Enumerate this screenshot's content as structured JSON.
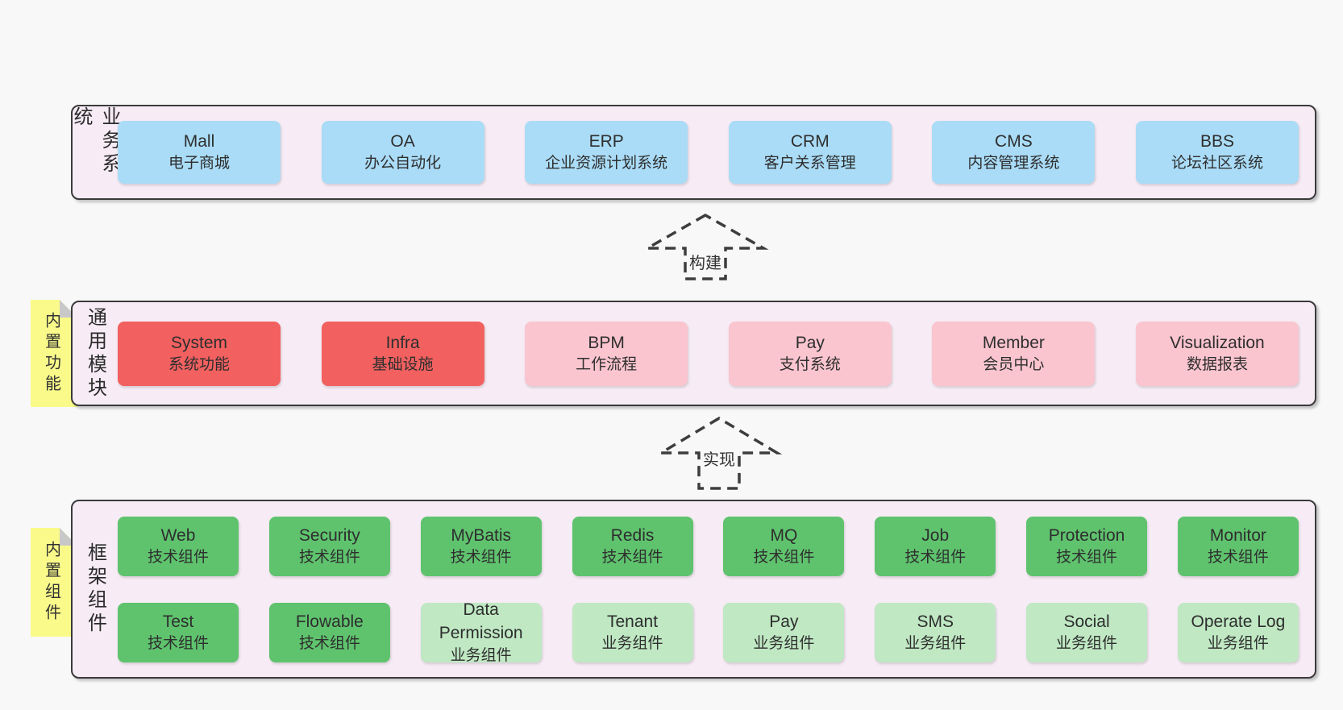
{
  "colors": {
    "page_bg": "#f8f8f8",
    "band_bg": "#f7ecf5",
    "band_border": "#3a3a3a",
    "blue_box": "#aadcf7",
    "red_box": "#f26060",
    "pink_box": "#fac5cf",
    "green_dark_box": "#5fc36e",
    "green_light_box": "#bfe8c3",
    "note_yellow": "#f9fa8a",
    "note_fold_gray": "#c8c8c8",
    "text": "#2e2e2e"
  },
  "arrow_build": {
    "label": "构建"
  },
  "arrow_implement": {
    "label": "实现"
  },
  "band_business": {
    "label": "业务系统",
    "boxes": [
      {
        "name": "Mall",
        "desc": "电子商城"
      },
      {
        "name": "OA",
        "desc": "办公自动化"
      },
      {
        "name": "ERP",
        "desc": "企业资源计划系统"
      },
      {
        "name": "CRM",
        "desc": "客户关系管理"
      },
      {
        "name": "CMS",
        "desc": "内容管理系统"
      },
      {
        "name": "BBS",
        "desc": "论坛社区系统"
      }
    ]
  },
  "band_modules": {
    "label": "通用模块",
    "note": "内置功能",
    "boxes": [
      {
        "name": "System",
        "desc": "系统功能"
      },
      {
        "name": "Infra",
        "desc": "基础设施"
      },
      {
        "name": "BPM",
        "desc": "工作流程"
      },
      {
        "name": "Pay",
        "desc": "支付系统"
      },
      {
        "name": "Member",
        "desc": "会员中心"
      },
      {
        "name": "Visualization",
        "desc": "数据报表"
      }
    ]
  },
  "band_components": {
    "label": "框架组件",
    "note": "内置组件",
    "row1": [
      {
        "name": "Web",
        "desc": "技术组件"
      },
      {
        "name": "Security",
        "desc": "技术组件"
      },
      {
        "name": "MyBatis",
        "desc": "技术组件"
      },
      {
        "name": "Redis",
        "desc": "技术组件"
      },
      {
        "name": "MQ",
        "desc": "技术组件"
      },
      {
        "name": "Job",
        "desc": "技术组件"
      },
      {
        "name": "Protection",
        "desc": "技术组件"
      },
      {
        "name": "Monitor",
        "desc": "技术组件"
      }
    ],
    "row2": [
      {
        "name": "Test",
        "desc": "技术组件"
      },
      {
        "name": "Flowable",
        "desc": "技术组件"
      },
      {
        "name": "Data Permission",
        "desc": "业务组件"
      },
      {
        "name": "Tenant",
        "desc": "业务组件"
      },
      {
        "name": "Pay",
        "desc": "业务组件"
      },
      {
        "name": "SMS",
        "desc": "业务组件"
      },
      {
        "name": "Social",
        "desc": "业务组件"
      },
      {
        "name": "Operate Log",
        "desc": "业务组件"
      }
    ]
  }
}
